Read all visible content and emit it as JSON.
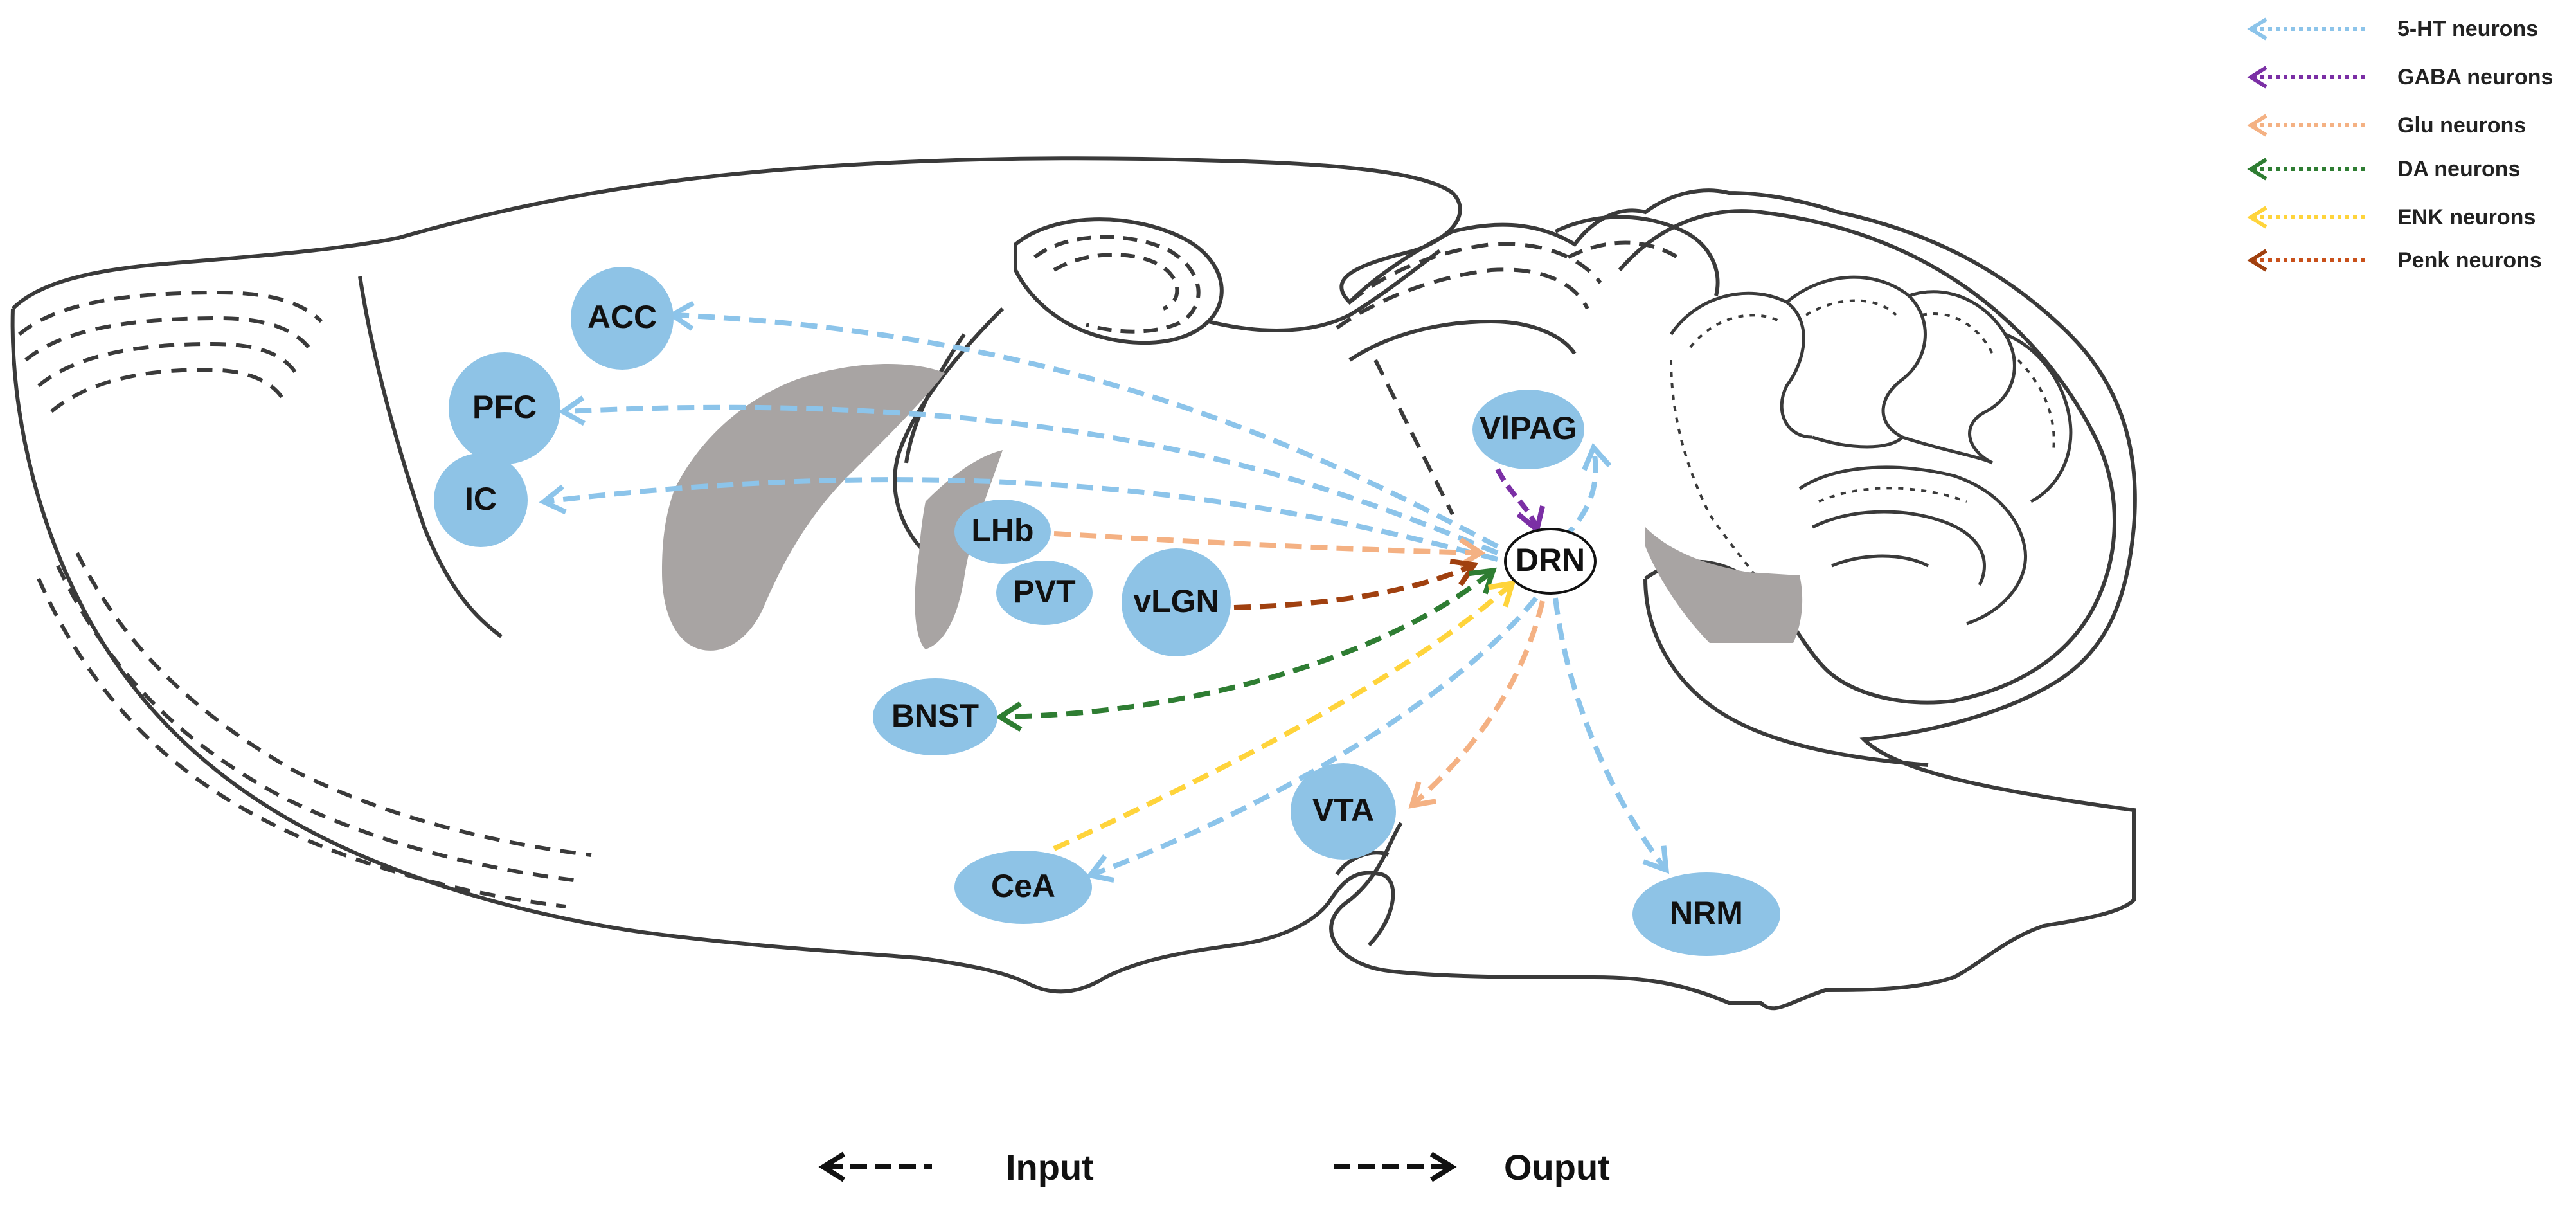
{
  "regions": [
    {
      "id": "ACC",
      "label": "ACC"
    },
    {
      "id": "PFC",
      "label": "PFC"
    },
    {
      "id": "IC",
      "label": "IC"
    },
    {
      "id": "LHb",
      "label": "LHb"
    },
    {
      "id": "PVT",
      "label": "PVT"
    },
    {
      "id": "vLGN",
      "label": "vLGN"
    },
    {
      "id": "VlPAG",
      "label": "VlPAG"
    },
    {
      "id": "DRN",
      "label": "DRN"
    },
    {
      "id": "BNST",
      "label": "BNST"
    },
    {
      "id": "CeA",
      "label": "CeA"
    },
    {
      "id": "VTA",
      "label": "VTA"
    },
    {
      "id": "NRM",
      "label": "NRM"
    }
  ],
  "legend": [
    {
      "label": "5-HT neurons",
      "color": "#8cc4ea"
    },
    {
      "label": "GABA neurons",
      "color": "#7b2fa5"
    },
    {
      "label": "Glu neurons",
      "color": "#f4b183"
    },
    {
      "label": "DA neurons",
      "color": "#2e7d32"
    },
    {
      "label": "ENK neurons",
      "color": "#ffd43b"
    },
    {
      "label": "Penk neurons",
      "color": "#c8501a"
    }
  ],
  "key": {
    "input_label": "Input",
    "output_label": "Ouput"
  },
  "connections": [
    {
      "from": "DRN",
      "to": "ACC",
      "type": "5-HT neurons",
      "direction": "output"
    },
    {
      "from": "DRN",
      "to": "PFC",
      "type": "5-HT neurons",
      "direction": "output"
    },
    {
      "from": "DRN",
      "to": "IC",
      "type": "5-HT neurons",
      "direction": "output"
    },
    {
      "from": "DRN",
      "to": "VlPAG",
      "type": "5-HT neurons",
      "direction": "output"
    },
    {
      "from": "VlPAG",
      "to": "DRN",
      "type": "GABA neurons",
      "direction": "input"
    },
    {
      "from": "LHb",
      "to": "DRN",
      "type": "Glu neurons",
      "direction": "input"
    },
    {
      "from": "vLGN",
      "to": "DRN",
      "type": "Penk neurons",
      "direction": "input"
    },
    {
      "from": "DRN",
      "to": "BNST",
      "type": "DA neurons",
      "direction": "output"
    },
    {
      "from": "BNST",
      "to": "DRN",
      "type": "DA neurons",
      "direction": "input"
    },
    {
      "from": "CeA",
      "to": "DRN",
      "type": "ENK neurons",
      "direction": "input"
    },
    {
      "from": "DRN",
      "to": "CeA",
      "type": "5-HT neurons",
      "direction": "output"
    },
    {
      "from": "DRN",
      "to": "VTA",
      "type": "Glu neurons",
      "direction": "output"
    },
    {
      "from": "DRN",
      "to": "NRM",
      "type": "5-HT neurons",
      "direction": "output"
    }
  ],
  "colors": {
    "node_fill": "#8ec3e6",
    "outline": "#3a3a3a",
    "gray_region": "#a8a4a3"
  }
}
